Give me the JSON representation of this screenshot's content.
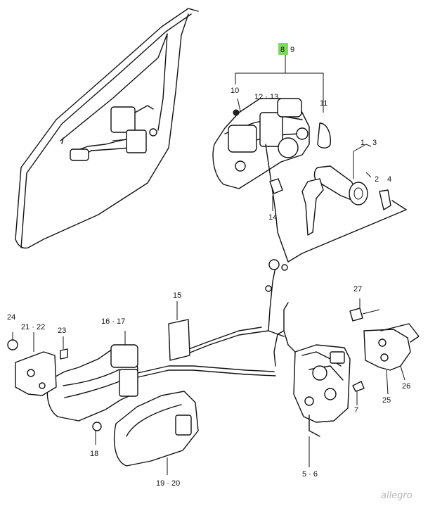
{
  "labels": {
    "l8": "8",
    "l9": "9",
    "l10": "10",
    "l11": "11",
    "l12_13": "12 · 13",
    "l1": "1",
    "l3": "3",
    "l2": "2",
    "l4": "4",
    "l14": "14",
    "l15": "15",
    "l16_17": "16 · 17",
    "l21_22": "21 · 22",
    "l23": "23",
    "l24": "24",
    "l27": "27",
    "l7": "7",
    "l18": "18",
    "l25": "25",
    "l26": "26",
    "l5_6": "5 · 6",
    "l19_20": "19 · 20"
  },
  "watermark": "allegro",
  "colors": {
    "highlight": "#7ddb5a",
    "line": "#111111",
    "background": "#ffffff"
  }
}
